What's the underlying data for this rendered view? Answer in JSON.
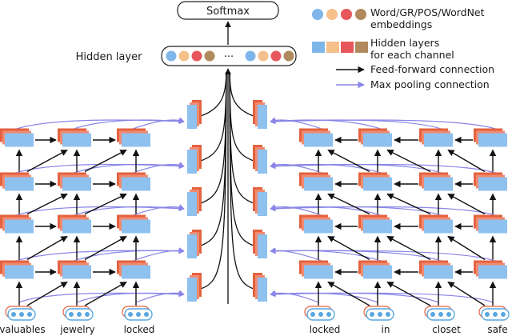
{
  "output": {
    "label": "Softmax"
  },
  "hidden_layer": {
    "label": "Hidden layer",
    "ellipsis": "···"
  },
  "legend": {
    "embeddings": [
      "Word/GR/POS/WordNet",
      "embeddings"
    ],
    "hidden": [
      "Hidden layers",
      "for each channel"
    ],
    "feedforward": "Feed-forward connection",
    "maxpool": "Max pooling connection"
  },
  "words_left": [
    "valuables",
    "jewelry",
    "locked"
  ],
  "words_right": [
    "locked",
    "in",
    "closet",
    "safe"
  ],
  "colors": {
    "blue": "#7fb6ea",
    "peach": "#f5c08a",
    "red": "#e7565a",
    "brown": "#b08a5c",
    "layer_front": "#8fc1ef",
    "layer_back1": "#f08a70",
    "layer_back2": "#e4623f",
    "feedforward": "#111111",
    "maxpool": "#8a86e8",
    "input_box": "#5aa6de"
  }
}
